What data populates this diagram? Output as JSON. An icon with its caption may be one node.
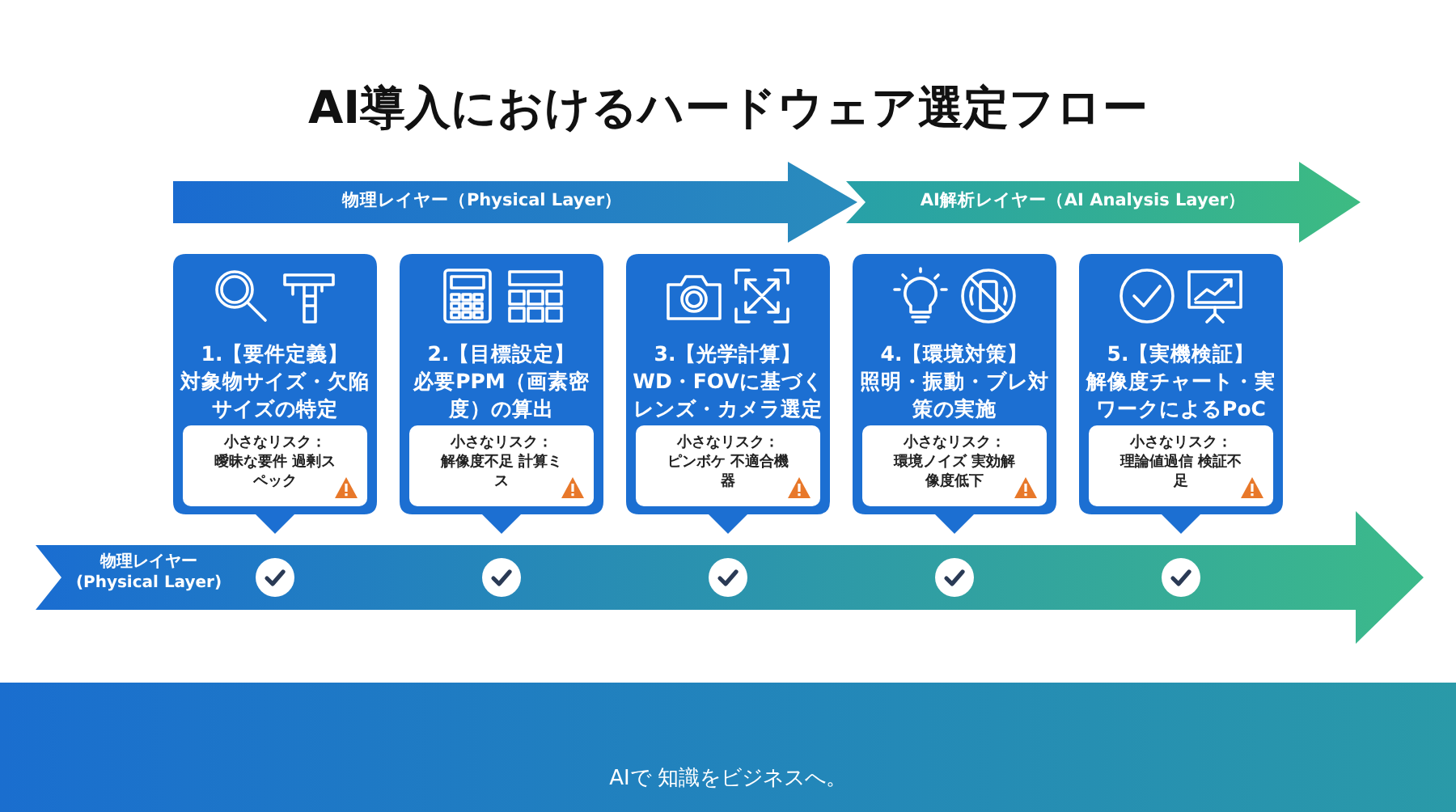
{
  "diagram": {
    "title": "AI導入におけるハードウェア選定フロー",
    "nodes": [
      {
        "text": [
          "物理レイヤー（Physical Layer）"
        ]
      },
      {
        "text": [
          "AI解析レイヤー（AI Analysis Layer）"
        ]
      },
      {
        "text": [
          "1.【要件定義】",
          "対象物サイズ・欠陥サイズの特定"
        ]
      },
      {
        "text": [
          "小さなリスク：",
          "曖昧な要件 過剰スペック"
        ],
        "in": 2
      },
      {
        "text": [
          "2.【目標設定】",
          "必要PPM（画素密度）の算出"
        ]
      },
      {
        "text": [
          "小さなリスク：",
          "解像度不足 計算ミス"
        ],
        "in": 4
      },
      {
        "text": [
          "3.【光学計算】",
          "WD・FOVに基づくレンズ・カメラ選定"
        ]
      },
      {
        "text": [
          "小さなリスク：",
          "ピンボケ 不適合機器"
        ],
        "in": 6
      },
      {
        "text": [
          "4.【環境対策】",
          "照明・振動・ブレ対策の実施"
        ]
      },
      {
        "text": [
          "小さなリスク：",
          "環境ノイズ 実効解像度低下"
        ],
        "in": 8
      },
      {
        "text": [
          "5.【実機検証】",
          "解像度チャート・実ワークによるPoC"
        ]
      },
      {
        "text": [
          "小さなリスク：",
          "理論値過信 検証不足"
        ],
        "in": 10
      },
      {
        "text": [
          "物理レイヤー (Physical Layer)"
        ]
      }
    ],
    "labels": [
      "AIで 知識をビジネスへ。"
    ]
  }
}
